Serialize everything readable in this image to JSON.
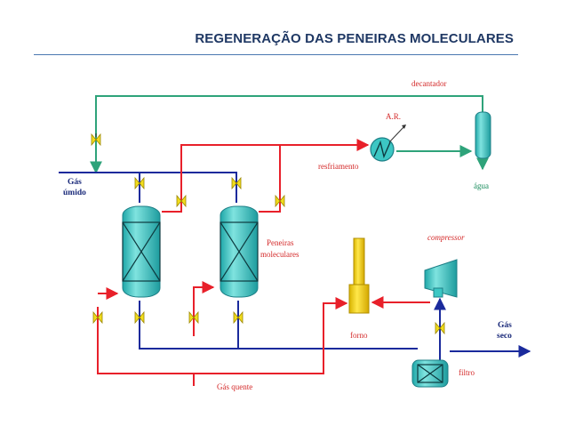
{
  "header": {
    "title": "REGENERAÇÃO DAS PENEIRAS MOLECULARES"
  },
  "labels": {
    "decantador": "decantador",
    "ar": "A.R.",
    "resfriamento": "resfriamento",
    "agua": "água",
    "gas_umido_1": "Gás",
    "gas_umido_2": "úmido",
    "peneiras_1": "Peneiras",
    "peneiras_2": "moleculares",
    "compressor": "compressor",
    "forno": "forno",
    "gas_seco_1": "Gás",
    "gas_seco_2": "seco",
    "filtro": "filtro",
    "gas_quente": "Gás quente"
  },
  "colors": {
    "title": "#1f3864",
    "rule": "#4a78b0",
    "hot_line": "#e8202a",
    "process_line": "#1a2a9c",
    "water_line": "#2ea37a",
    "vessel": "#3cc7c4",
    "vessel_stroke": "#1d7f86",
    "valve": "#f2dd1c",
    "furnace": "#f0cc10",
    "text_red": "#d42a2a",
    "text_blue": "#1a2a7a",
    "text_green": "#168a5a"
  },
  "icons": {
    "valve": "gate-valve-icon",
    "heat_exchanger": "heat-exchanger-icon",
    "compressor": "compressor-icon",
    "furnace": "furnace-icon",
    "filter": "filter-icon"
  }
}
